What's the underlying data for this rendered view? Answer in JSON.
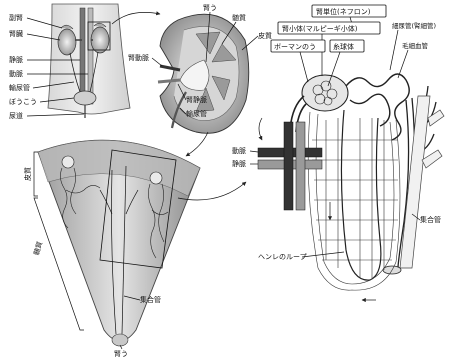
{
  "body_labels": {
    "adrenal": "副腎",
    "kidney": "腎臓",
    "vein": "静脈",
    "artery": "動脈",
    "ureter": "輸尿管",
    "bladder": "ぼうこう",
    "urethra": "尿道"
  },
  "kidney_section_labels": {
    "pelvis_top": "腎う",
    "medulla": "髄質",
    "cortex": "皮質",
    "renal_artery": "腎動脈",
    "renal_vein": "腎静脈",
    "ureter": "輸尿管"
  },
  "pyramid_labels": {
    "cortex": "皮質",
    "medulla": "髄質",
    "collecting_duct": "集合管",
    "pelvis": "腎う"
  },
  "nephron_labels": {
    "nephron": "腎単位(ネフロン)",
    "renal_corpuscle": "腎小体(マルピーギ小体)",
    "bowman": "ボーマンのう",
    "glomerulus": "糸球体",
    "tubule": "細尿管(腎細管)",
    "capillary": "毛細血管",
    "artery": "動脈",
    "vein": "静脈",
    "collecting_duct": "集合管",
    "henle": "ヘンレのループ"
  }
}
